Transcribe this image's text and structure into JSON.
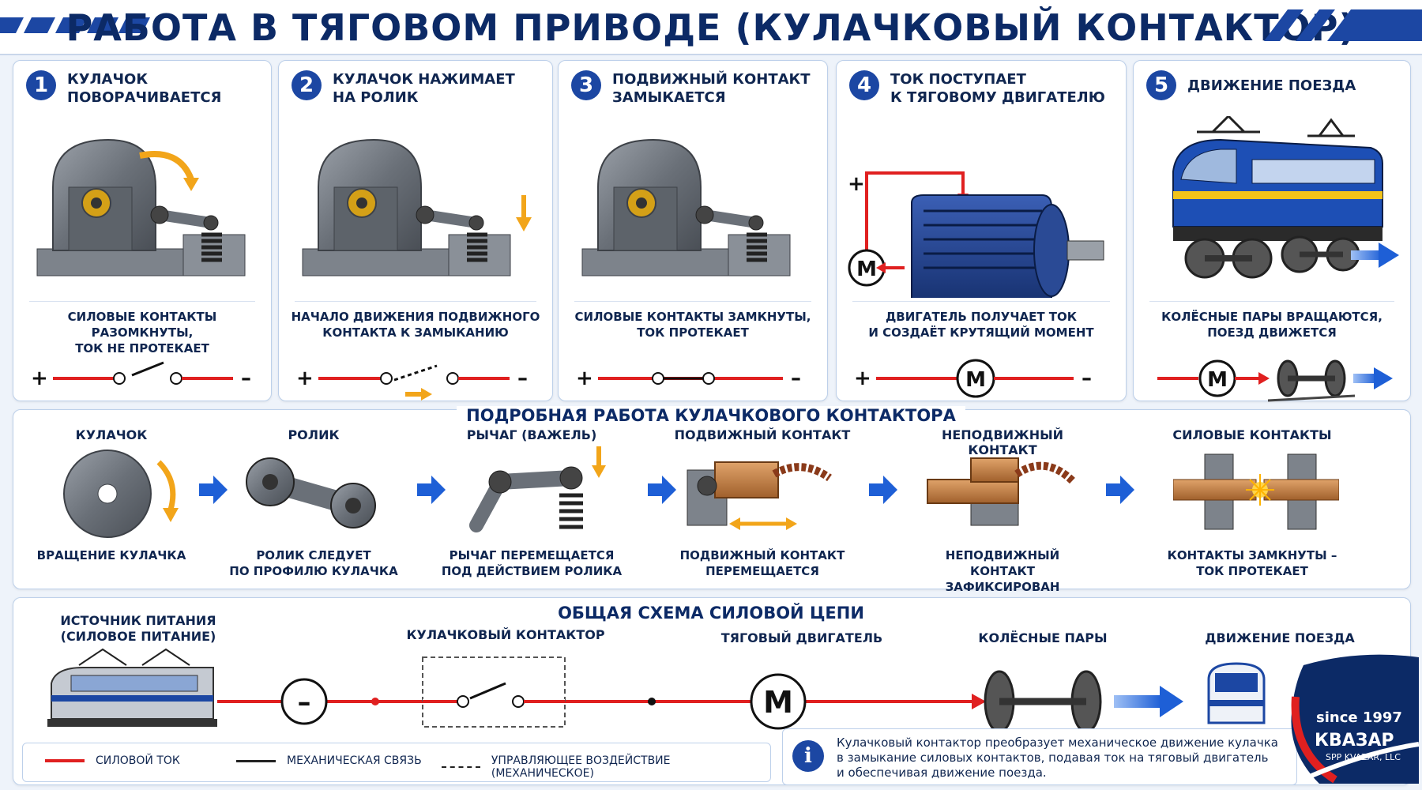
{
  "title": "РАБОТА В ТЯГОВОМ ПРИВОДЕ (КУЛАЧКОВЫЙ КОНТАКТОР)",
  "steps": [
    {
      "num": "1",
      "title": "КУЛАЧОК\nПОВОРАЧИВАЕТСЯ",
      "caption": "СИЛОВЫЕ КОНТАКТЫ РАЗОМКНУТЫ,\nТОК НЕ ПРОТЕКАЕТ",
      "plus": "+",
      "minus": "–"
    },
    {
      "num": "2",
      "title": "КУЛАЧОК НАЖИМАЕТ\nНА РОЛИК",
      "caption": "НАЧАЛО ДВИЖЕНИЯ ПОДВИЖНОГО\nКОНТАКТА К ЗАМЫКАНИЮ",
      "plus": "+",
      "minus": "–"
    },
    {
      "num": "3",
      "title": "ПОДВИЖНЫЙ КОНТАКТ\nЗАМЫКАЕТСЯ",
      "caption": "СИЛОВЫЕ КОНТАКТЫ ЗАМКНУТЫ,\nТОК ПРОТЕКАЕТ",
      "plus": "+",
      "minus": "–"
    },
    {
      "num": "4",
      "title": "ТОК ПОСТУПАЕТ\nК ТЯГОВОМУ ДВИГАТЕЛЮ",
      "caption": "ДВИГАТЕЛЬ ПОЛУЧАЕТ ТОК\nИ СОЗДАЁТ КРУТЯЩИЙ МОМЕНТ",
      "plus": "+",
      "minus": "–",
      "motor": "M"
    },
    {
      "num": "5",
      "title": "ДВИЖЕНИЕ ПОЕЗДА",
      "caption": "КОЛЁСНЫЕ ПАРЫ ВРАЩАЮТСЯ,\nПОЕЗД ДВИЖЕТСЯ",
      "motor": "M"
    }
  ],
  "detail": {
    "title": "ПОДРОБНАЯ РАБОТА КУЛАЧКОВОГО КОНТАКТОРА",
    "items": [
      {
        "label": "КУЛАЧОК",
        "caption": "ВРАЩЕНИЕ КУЛАЧКА"
      },
      {
        "label": "РОЛИК",
        "caption": "РОЛИК СЛЕДУЕТ\nПО ПРОФИЛЮ КУЛАЧКА"
      },
      {
        "label": "РЫЧАГ (ВАЖЕЛЬ)",
        "caption": "РЫЧАГ ПЕРЕМЕЩАЕТСЯ\nПОД ДЕЙСТВИЕМ РОЛИКА"
      },
      {
        "label": "ПОДВИЖНЫЙ КОНТАКТ",
        "caption": "ПОДВИЖНЫЙ КОНТАКТ\nПЕРЕМЕЩАЕТСЯ"
      },
      {
        "label": "НЕПОДВИЖНЫЙ КОНТАКТ",
        "caption": "НЕПОДВИЖНЫЙ КОНТАКТ\nЗАФИКСИРОВАН"
      },
      {
        "label": "СИЛОВЫЕ КОНТАКТЫ",
        "caption": "КОНТАКТЫ ЗАМКНУТЫ –\nТОК ПРОТЕКАЕТ"
      }
    ]
  },
  "circuit": {
    "title": "ОБЩАЯ СХЕМА СИЛОВОЙ ЦЕПИ",
    "source": "ИСТОЧНИК ПИТАНИЯ\n(СИЛОВОЕ ПИТАНИЕ)",
    "contactor": "КУЛАЧКОВЫЙ КОНТАКТОР",
    "motor": "ТЯГОВЫЙ ДВИГАТЕЛЬ",
    "wheels": "КОЛЁСНЫЕ ПАРЫ",
    "train": "ДВИЖЕНИЕ ПОЕЗДА",
    "minus_symbol": "–",
    "motor_symbol": "M"
  },
  "legend": {
    "power": "СИЛОВОЙ ТОК",
    "mechanical": "МЕХАНИЧЕСКАЯ СВЯЗЬ",
    "control": "УПРАВЛЯЮЩЕЕ ВОЗДЕЙСТВИЕ (МЕХАНИЧЕСКОЕ)"
  },
  "info": {
    "icon": "i",
    "text": "Кулачковый контактор преобразует механическое движение кулачка\nв замыкание силовых контактов, подавая ток на тяговый двигатель\nи обеспечивая движение поезда."
  },
  "logo": {
    "since": "since 1997",
    "brand": "КВАЗАР",
    "sub": "SPP KVAZAR, LLC"
  },
  "colors": {
    "navy": "#0c2a66",
    "accent_blue": "#1c47a3",
    "power_red": "#e02020",
    "arrow_orange": "#f2a51a",
    "arrow_blue": "#1e5fd6"
  }
}
